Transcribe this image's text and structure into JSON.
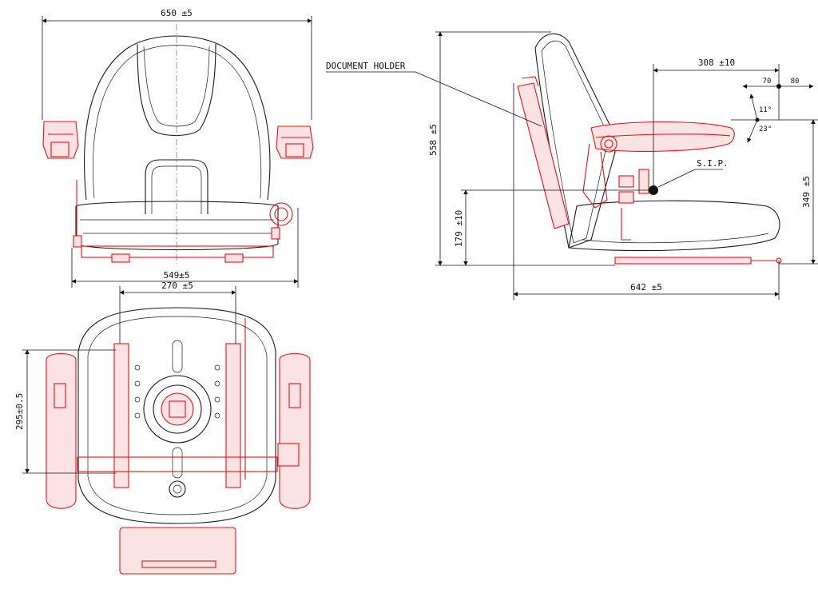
{
  "drawing": {
    "front_view": {
      "overall_width": "650 ±5",
      "base_width": "549±5"
    },
    "side_view": {
      "callout_document_holder": "DOCUMENT HOLDER",
      "callout_sip": "S.I.P.",
      "overall_height": "558 ±5",
      "sip_height": "179 ±10",
      "sip_to_armrest": "308 ±10",
      "armrest_height": "349 ±5",
      "overall_depth": "642 ±5",
      "adjust_back": "70",
      "adjust_forward": "80",
      "angle_forward": "11°",
      "angle_back": "23°"
    },
    "bottom_view": {
      "rail_spacing": "270 ±5",
      "mount_depth": "295±0.5"
    }
  },
  "colors": {
    "outline": "#1a1a1a",
    "accessory": "#e8101a"
  }
}
